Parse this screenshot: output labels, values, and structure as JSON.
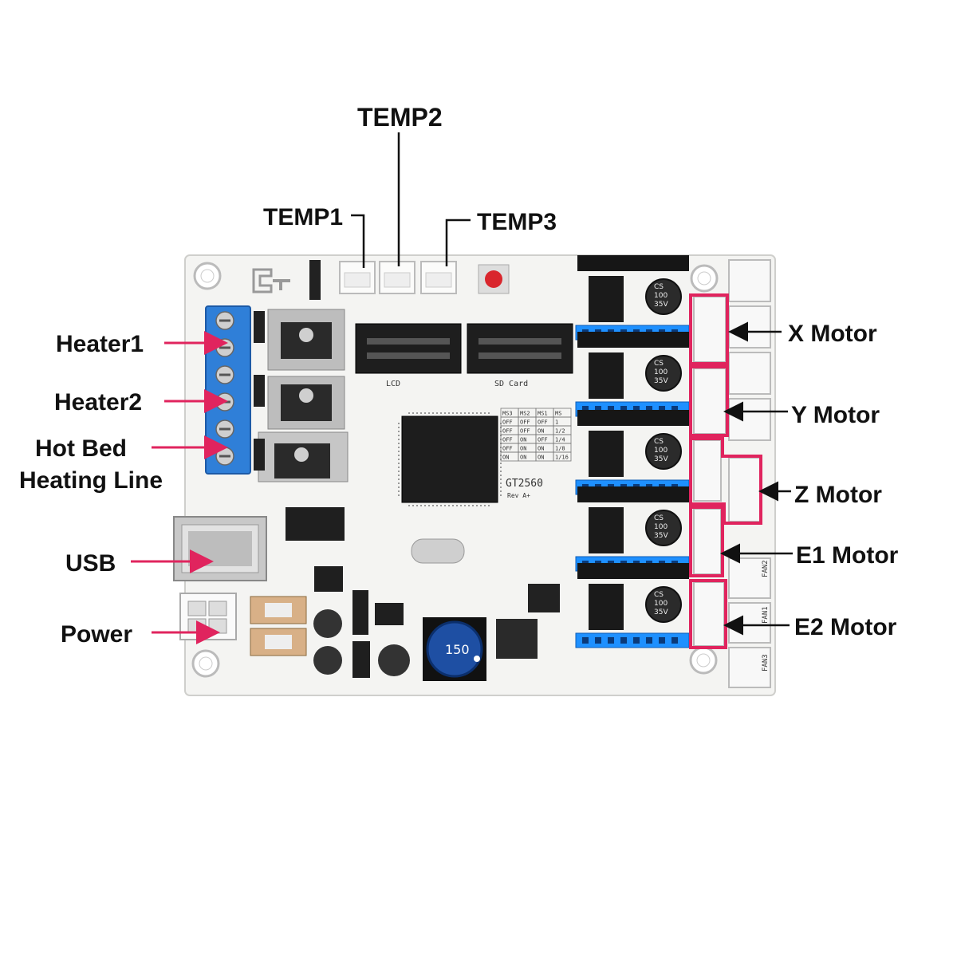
{
  "labels": {
    "temp1": "TEMP1",
    "temp2": "TEMP2",
    "temp3": "TEMP3",
    "heater1": "Heater1",
    "heater2": "Heater2",
    "hot_bed_line1": "Hot Bed",
    "hot_bed_line2": "Heating Line",
    "usb": "USB",
    "power": "Power",
    "x_motor": "X Motor",
    "y_motor": "Y Motor",
    "z_motor": "Z Motor",
    "e1_motor": "E1 Motor",
    "e2_motor": "E2 Motor"
  },
  "board_silkscreen": {
    "model": "GT2560",
    "revision": "Rev A+",
    "lcd": "LCD",
    "sd_card": "SD Card",
    "fan1": "FAN1",
    "fan2": "FAN2",
    "fan3": "FAN3",
    "inductor": "150",
    "cap_lines": [
      "CS",
      "100",
      "35V"
    ],
    "microstep_table": {
      "headers": [
        "MS3",
        "MS2",
        "MS1",
        "MS"
      ],
      "rows": [
        [
          "OFF",
          "OFF",
          "OFF",
          "1"
        ],
        [
          "OFF",
          "OFF",
          "ON",
          "1/2"
        ],
        [
          "OFF",
          "ON",
          "OFF",
          "1/4"
        ],
        [
          "OFF",
          "ON",
          "ON",
          "1/8"
        ],
        [
          "ON",
          "ON",
          "ON",
          "1/16"
        ]
      ]
    }
  },
  "colors": {
    "annotation": "#e0245e",
    "board": "#f4f4f2",
    "terminal": "#2f7fd8",
    "header_blue": "#1e90ff",
    "chip": "#1d1d1d"
  }
}
